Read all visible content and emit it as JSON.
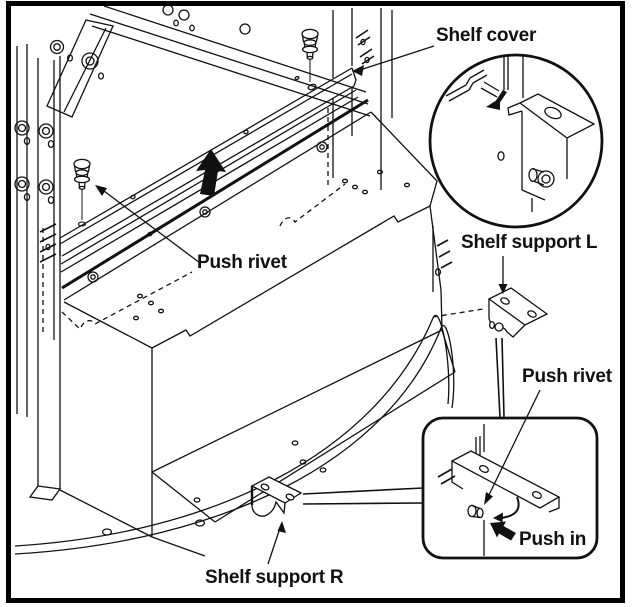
{
  "figure": {
    "type": "exploded-assembly-diagram",
    "background": "#ffffff",
    "line_color": "#111111",
    "labels": {
      "shelf_cover": "Shelf cover",
      "push_rivet_main": "Push rivet",
      "shelf_support_l": "Shelf support L",
      "push_rivet_detail": "Push rivet",
      "push_in": "Push in",
      "shelf_support_r": "Shelf support R"
    },
    "icons": {
      "lift_arrow": "block-arrow-up",
      "hook_arrow_detail": "block-arrow-down-left",
      "push_in_arrow": "block-arrow-up-left",
      "rotate_arrow": "curved-arrow",
      "fasteners": "push-rivet"
    }
  }
}
